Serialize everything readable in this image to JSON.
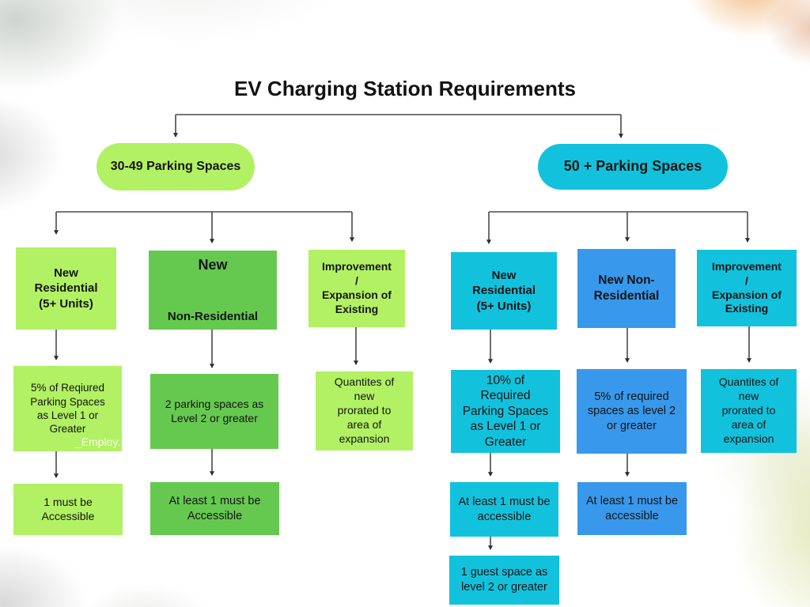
{
  "title": "EV Charging Station Requirements",
  "colors": {
    "lime": "#b2f163",
    "green": "#66c94f",
    "cyan": "#12c2dd",
    "blue": "#3899ec",
    "line": "#4a4a4a",
    "text": "#141414"
  },
  "left_branch": {
    "pill": "30-49 Parking Spaces",
    "nodes": [
      {
        "label": "New\nResidential\n(5+ Units)"
      },
      {
        "title": "New",
        "label": "Non-Residential"
      },
      {
        "label": "Improvement\n/\nExpansion of\nExisting"
      },
      {
        "label": "5% of Reqiured\nParking Spaces\nas Level 1 or\nGreater"
      },
      {
        "label": "2 parking spaces as\nLevel 2 or greater"
      },
      {
        "label": "Quantites of\nnew\nprorated to\narea of\nexpansion"
      },
      {
        "label": "1 must be\nAccessible"
      },
      {
        "label": "At least 1 must be\nAccessible"
      }
    ],
    "watermark": "_Employ."
  },
  "right_branch": {
    "pill": "50 + Parking Spaces",
    "nodes": [
      {
        "label": "New\nResidential\n(5+ Units)"
      },
      {
        "label": "New Non-\nResidential"
      },
      {
        "label": "Improvement\n/\nExpansion of\nExisting"
      },
      {
        "label": "10% of\nRequired\nParking Spaces\nas Level 1 or\nGreater"
      },
      {
        "label": "5% of required\nspaces as level 2\nor greater"
      },
      {
        "label": "Quantites of\nnew\nprorated to\narea of\nexpansion"
      },
      {
        "label": "At least 1 must be\naccessible"
      },
      {
        "label": "At least 1 must be\naccessible"
      },
      {
        "label": "1 guest space as\nlevel 2 or greater"
      }
    ]
  }
}
